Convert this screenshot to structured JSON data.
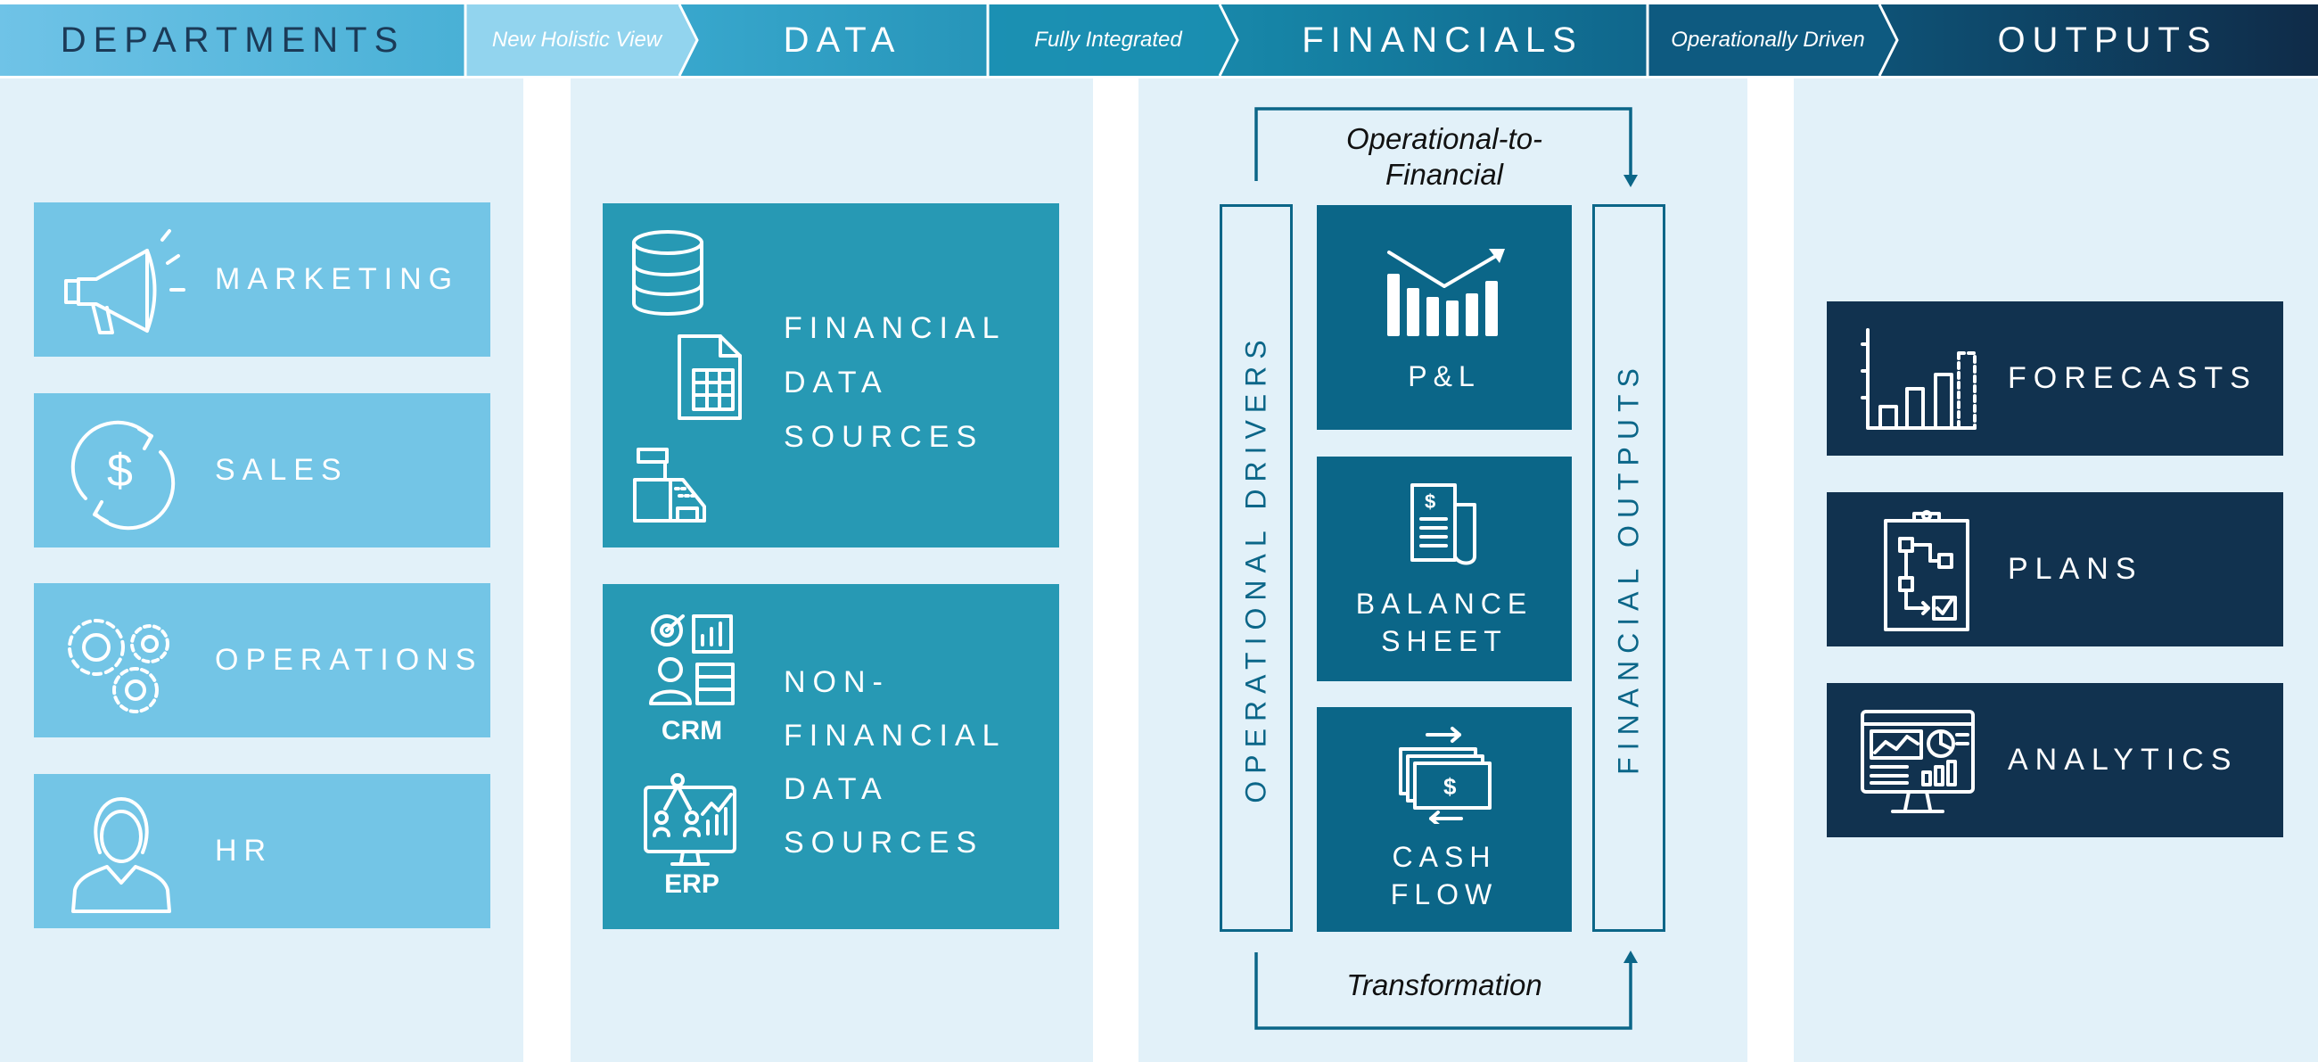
{
  "header": {
    "departments": "DEPARTMENTS",
    "conn1": "New Holistic View",
    "data": "DATA",
    "conn2": "Fully Integrated",
    "financials": "FINANCIALS",
    "conn3": "Operationally Driven",
    "outputs": "OUTPUTS"
  },
  "departments": {
    "marketing": "MARKETING",
    "sales": "SALES",
    "operations": "OPERATIONS",
    "hr": "HR"
  },
  "data": {
    "financial": [
      "FINANCIAL",
      "DATA",
      "SOURCES"
    ],
    "nonfinancial": [
      "NON-",
      "FINANCIAL",
      "DATA",
      "SOURCES"
    ],
    "crm": "CRM",
    "erp": "ERP"
  },
  "financials": {
    "top_caption": "Operational-to- Financial",
    "bottom_caption": "Transformation",
    "drivers": "OPERATIONAL DRIVERS",
    "outputs": "FINANCIAL OUTPUTS",
    "pl": "P&L",
    "balance": [
      "BALANCE",
      "SHEET"
    ],
    "cash": [
      "CASH",
      "FLOW"
    ]
  },
  "outputs": {
    "forecasts": "FORECASTS",
    "plans": "PLANS",
    "analytics": "ANALYTICS"
  },
  "colors": {
    "light_panel": "#e2f1f9",
    "dept_tile": "#73c5e6",
    "data_tile": "#2799b4",
    "fin_tile": "#0b6688",
    "output_tile": "#11324f"
  }
}
